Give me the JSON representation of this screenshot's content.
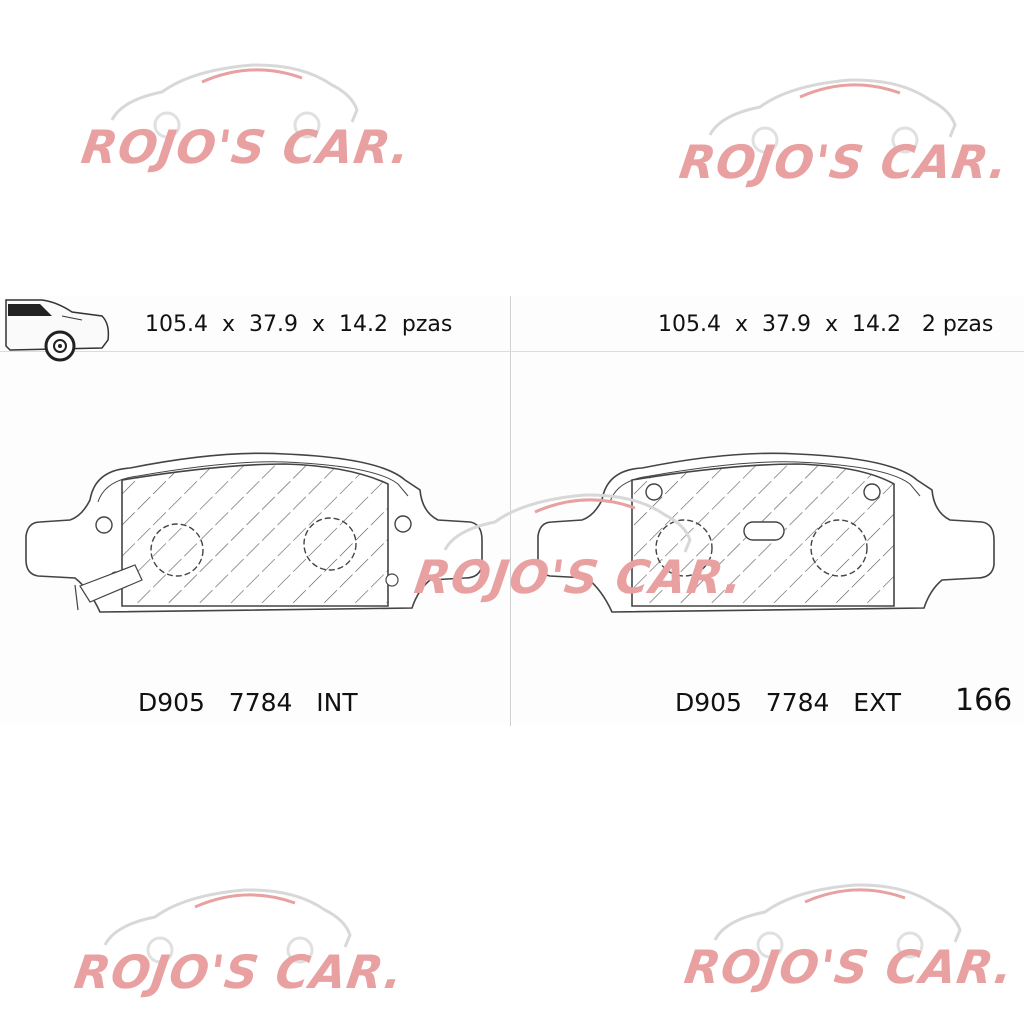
{
  "watermark": {
    "text": "ROJO'S CAR."
  },
  "left_panel": {
    "dimensions": "105.4  x  37.9  x  14.2  pzas",
    "code": "D905   7784   INT"
  },
  "right_panel": {
    "dimensions": "105.4  x  37.9  x  14.2   2 pzas",
    "code": "D905   7784   EXT"
  },
  "page_number": "166",
  "colors": {
    "watermark": "#e8a0a0",
    "line": "#444444",
    "background": "#ffffff"
  },
  "icons": [
    "rear-car-icon",
    "brake-pad-drawing"
  ]
}
